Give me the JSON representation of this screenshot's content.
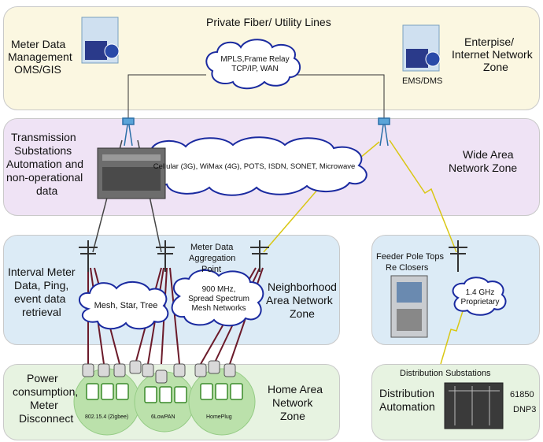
{
  "zones": {
    "top": {
      "title": "Private Fiber/ Utility Lines",
      "left_label": [
        "Meter Data",
        "Management",
        "OMS/GIS"
      ],
      "right_label": [
        "Enterpise/",
        "Internet Network",
        "Zone"
      ],
      "ems_label": "EMS/DMS",
      "cloud": [
        "MPLS,Frame Relay",
        "TCP/IP, WAN"
      ]
    },
    "wan": {
      "left_label": [
        "Transmission",
        "Substations",
        "Automation and",
        "non-operational",
        "data"
      ],
      "right_label": [
        "Wide Area",
        "Network Zone"
      ],
      "cloud": "Cellular (3G), WiMax (4G), POTS, ISDN, SONET, Microwave"
    },
    "nan": {
      "left_label": [
        "Interval Meter",
        "Data, Ping,",
        "event data",
        "retrieval"
      ],
      "aggregation_label": [
        "Meter Data",
        "Aggregation",
        "Point"
      ],
      "right_label": [
        "Neighborhood",
        "Area Network",
        "Zone"
      ],
      "cloud1": "Mesh, Star, Tree",
      "cloud2": [
        "900 MHz,",
        "Spread Spectrum",
        "Mesh Networks"
      ]
    },
    "feeder": {
      "label": [
        "Feeder Pole Tops",
        "Re Closers"
      ],
      "cloud": [
        "1.4 GHz",
        "Proprietary"
      ]
    },
    "han": {
      "left_label": [
        "Power",
        "consumption,",
        "Meter",
        "Disconnect"
      ],
      "right_label": [
        "Home Area",
        "Network",
        "Zone"
      ],
      "circles": [
        "802.15.4 (Zigbee)",
        "6LowPAN",
        "HomePlug"
      ]
    },
    "dist": {
      "header": "Distribution Substations",
      "label": [
        "Distribution",
        "Automation"
      ],
      "codes": [
        "61850",
        "DNP3"
      ]
    }
  },
  "colors": {
    "top_zone": "#fbf7e1",
    "wan_zone": "#efe3f5",
    "nan_zone": "#dcebf6",
    "han_zone": "#e7f3e1",
    "cloud_border": "#1a2aa0",
    "wireless_link": "#e4d21a",
    "meter_line": "#6b1a2a"
  }
}
